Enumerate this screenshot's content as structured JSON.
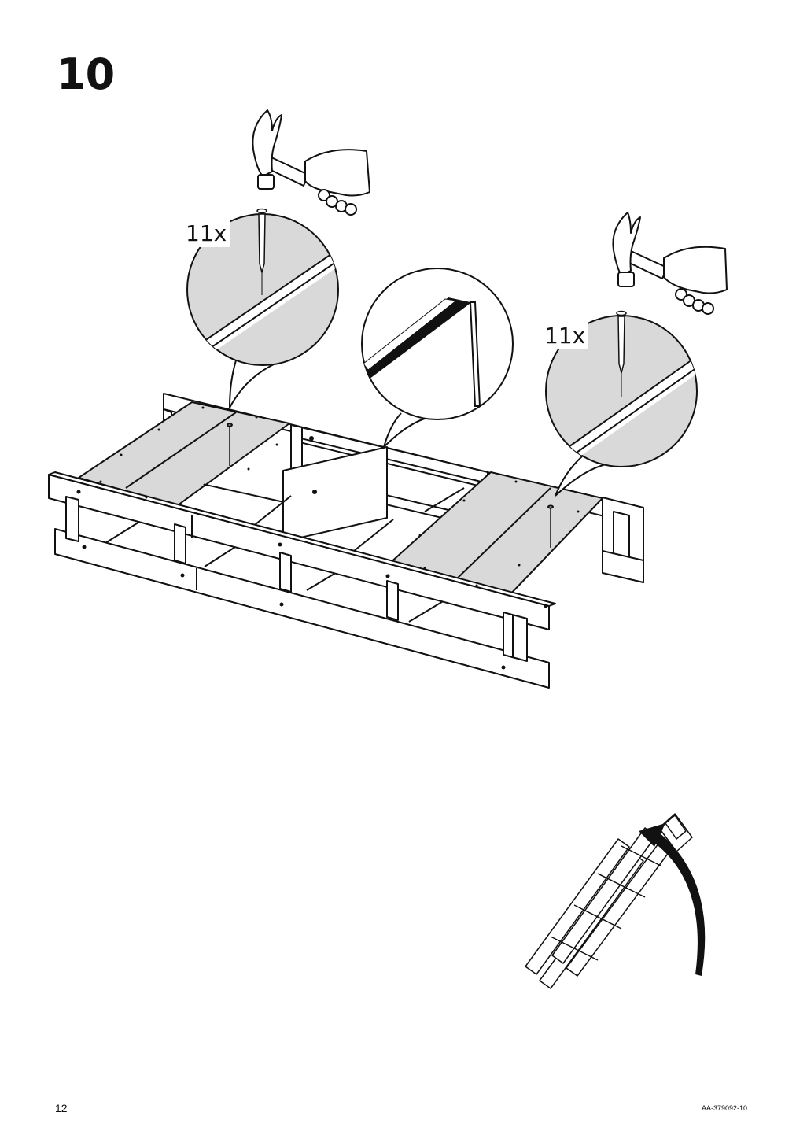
{
  "step": {
    "number": "10"
  },
  "callouts": {
    "left_quantity": "11x",
    "right_quantity": "11x"
  },
  "footer": {
    "page_number": "12",
    "document_code": "AA-379092-10"
  },
  "icons": {
    "hammer": "hammer-icon",
    "nail": "nail-icon",
    "flip_arrow": "curved-arrow-icon"
  },
  "colors": {
    "ink": "#111111",
    "panel_fill": "#d9d9d9",
    "background": "#ffffff"
  }
}
